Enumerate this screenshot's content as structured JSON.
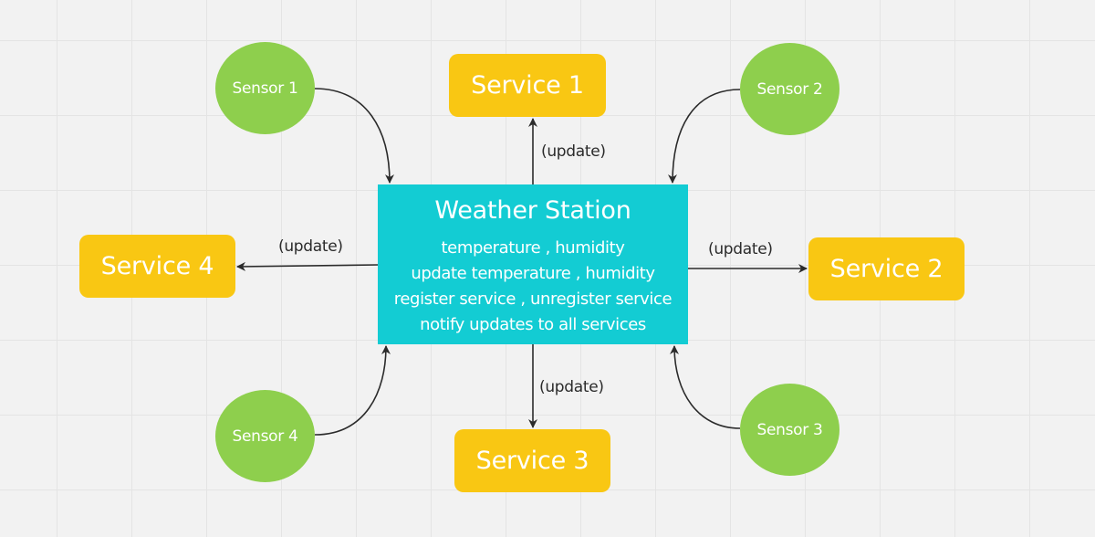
{
  "diagram": {
    "central": {
      "title": "Weather Station",
      "lines": [
        "temperature , humidity",
        "update temperature , humidity",
        "register service , unregister service",
        "notify updates to all services"
      ]
    },
    "sensors": [
      {
        "label": "Sensor 1"
      },
      {
        "label": "Sensor 2"
      },
      {
        "label": "Sensor 3"
      },
      {
        "label": "Sensor 4"
      }
    ],
    "services": [
      {
        "label": "Service 1"
      },
      {
        "label": "Service 2"
      },
      {
        "label": "Service 3"
      },
      {
        "label": "Service 4"
      }
    ],
    "edge_labels": {
      "to_service_1": "(update)",
      "to_service_2": "(update)",
      "to_service_3": "(update)",
      "to_service_4": "(update)"
    },
    "colors": {
      "background": "#f2f2f2",
      "grid": "#e4e4e4",
      "station": "#13ccd3",
      "service": "#f9c713",
      "sensor": "#8ecf4d",
      "connector": "#2b2b2b",
      "node_text": "#ffffff"
    }
  }
}
